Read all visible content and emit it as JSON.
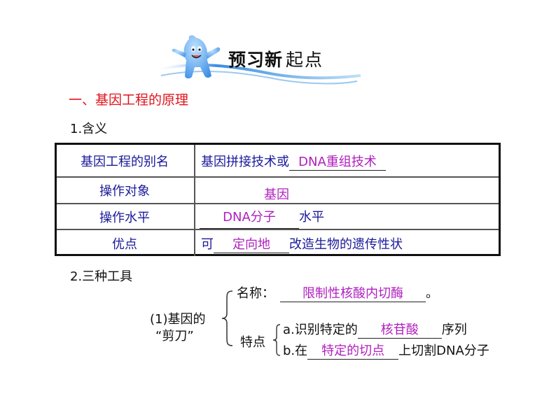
{
  "banner": {
    "title_part1": "预习新",
    "title_part2": "起点",
    "mascot_icon": "water-drop-mascot-icon"
  },
  "section1": {
    "heading": "一、基因工程的原理",
    "sub1": "1.含义",
    "table": {
      "rows": [
        {
          "label": "基因工程的别名",
          "prefix": "基因拼接技术或",
          "answer": "DNA重组技术",
          "suffix": ""
        },
        {
          "label": "操作对象",
          "prefix": "",
          "answer": "基因",
          "suffix": ""
        },
        {
          "label": "操作水平",
          "prefix": "",
          "answer": "DNA分子",
          "suffix": "水平"
        },
        {
          "label": "优点",
          "prefix": "可",
          "answer": "定向地",
          "suffix": "改造生物的遗传性状"
        }
      ]
    },
    "sub2": "2.三种工具",
    "tool1": {
      "label_line1": "(1)基因的",
      "label_line2": "“剪刀”",
      "name_label": "名称：",
      "name_answer": "限制性核酸内切酶",
      "name_end": "。",
      "feature_label": "特点",
      "feature_a_prefix": "a.识别特定的",
      "feature_a_answer": "核苷酸",
      "feature_a_suffix": "序列",
      "feature_b_prefix": "b.在",
      "feature_b_answer": "特定的切点",
      "feature_b_suffix": "上切割DNA分子"
    }
  },
  "colors": {
    "heading_red": "#e0141c",
    "table_text_blue": "#1a1a9a",
    "answer_magenta": "#b01fbe",
    "body_text": "#111111"
  }
}
